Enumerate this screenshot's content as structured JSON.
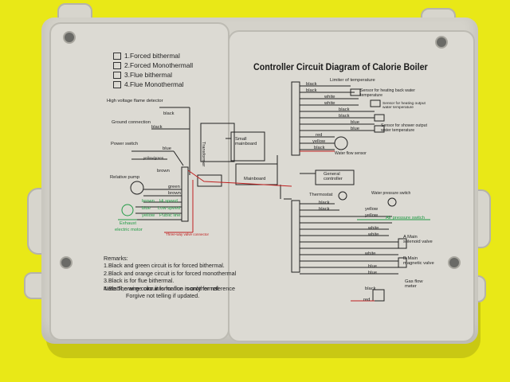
{
  "legend": [
    "1.Forced bithermal",
    "2.Forced Monothermall",
    "3.Flue bithermal",
    "4.Flue Monothermal"
  ],
  "left_labels": {
    "flame_detector": "High voltage flame detector",
    "ground": "Ground connection",
    "black1": "black",
    "black2": "black",
    "power_switch": "Power switch",
    "yellow_green": "yellow/green",
    "blue": "blue",
    "brown": "brown",
    "relative_pump": "Relative pump",
    "green": "green",
    "brown2": "brown",
    "brown3": "brown",
    "hi_speed": "Hi speed",
    "blue2": "blue",
    "low_speed": "Low speed",
    "yellow2": "yellow",
    "public_line": "Public line",
    "exhaust": "Exhaust",
    "electric_motor": "electric motor",
    "three_way": "Three-way valve connector",
    "transformer": "Transformer",
    "small_mainboard": "Small mainboard",
    "mainboard": "Mainboard"
  },
  "remarks": {
    "heading": "Remarks:",
    "lines": [
      "1.Black and green circuit is for forced bithermal.",
      "2.Black and orange circuit is for forced monothermal",
      "3.Black is for flue bithermal.",
      "4.Black,orange circuit is for flue monothermal."
    ],
    "note1": "Note:The wire color information is only for reference",
    "note2": "Forgive not telling if updated."
  },
  "right": {
    "title": "Controller Circuit Diagram of Calorie Boiler",
    "limiter": "Limiter of temperature",
    "sensor_back": "Sensor for heating back water temperature",
    "sensor_output": "Sensor for heating output water temperature",
    "sensor_shower": "Sensor for shower output water temperature",
    "water_flow": "Water flow sensor",
    "general_controller": "General controller",
    "thermostat": "Thermostat",
    "water_pressure": "Water pressure switch",
    "air_pressure": "Air pressure switch",
    "a_main": "A Main solenoid valve",
    "b_main": "B Main magnetic valve",
    "gas_meter": "Gas flow meter",
    "wires_top": [
      "black",
      "black",
      "white",
      "white",
      "black",
      "black",
      "blue",
      "blue",
      "red",
      "yellow",
      "black"
    ],
    "wires_bottom": [
      "black",
      "black",
      "yellow",
      "yellow",
      "white",
      "white",
      "white",
      "blue",
      "blue",
      "black",
      "red"
    ]
  },
  "colors": {
    "background": "#e9e817",
    "case": "#dcdad3",
    "ink": "#222222",
    "red_ink": "#c02020",
    "green_ink": "#229b46"
  }
}
